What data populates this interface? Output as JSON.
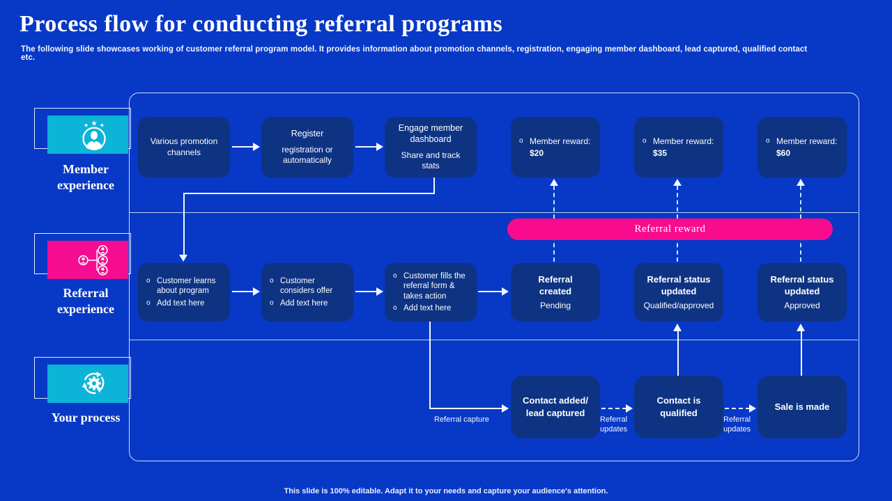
{
  "slide": {
    "title": "Process flow for conducting referral programs",
    "subtitle": "The following slide showcases working of customer referral program model. It provides information about promotion channels, registration, engaging member dashboard, lead captured, qualified contact etc.",
    "footer": "This slide is 100% editable.  Adapt it to your needs and capture your audience's attention."
  },
  "colors": {
    "background": "#0838c6",
    "node": "#0e3383",
    "cyan_accent": "#0cb4d7",
    "pink_accent": "#f60c90",
    "pill_pink": "#f80b8d",
    "line_light": "#f2f8ff"
  },
  "bullet_char": "o",
  "lanes": [
    {
      "label": "Member experience",
      "icon": "member-badge-icon"
    },
    {
      "label": "Referral experience",
      "icon": "referral-network-icon"
    },
    {
      "label": "Your process",
      "icon": "process-gear-icon"
    }
  ],
  "member_row": {
    "boxes": [
      {
        "text": "Various promotion channels"
      },
      {
        "title": "Register",
        "subtitle": "registration or automatically"
      },
      {
        "title": "Engage member dashboard",
        "subtitle": "Share and track stats"
      }
    ],
    "rewards": [
      {
        "label": "Member reward: ",
        "amount": "$20"
      },
      {
        "label": "Member reward: ",
        "amount": "$35"
      },
      {
        "label": "Member reward: ",
        "amount": "$60"
      }
    ]
  },
  "referral_row": {
    "pill_label": "Referral reward",
    "boxes": [
      {
        "items": [
          "Customer learns about program",
          "Add text here"
        ]
      },
      {
        "items": [
          "Customer considers offer",
          "Add text here"
        ]
      },
      {
        "items": [
          "Customer fills the referral form & takes action",
          "Add text here"
        ]
      }
    ],
    "status_boxes": [
      {
        "title": "Referral created",
        "subtitle": "Pending"
      },
      {
        "title": "Referral status updated",
        "subtitle": "Qualified/approved"
      },
      {
        "title": "Referral status updated",
        "subtitle": "Approved"
      }
    ]
  },
  "process_row": {
    "boxes": [
      {
        "title": "Contact added/ lead captured"
      },
      {
        "title": "Contact is qualified"
      },
      {
        "title": "Sale is made"
      }
    ],
    "connector_labels": {
      "capture": "Referral capture",
      "updates_1": "Referral updates",
      "updates_2": "Referral updates"
    }
  }
}
